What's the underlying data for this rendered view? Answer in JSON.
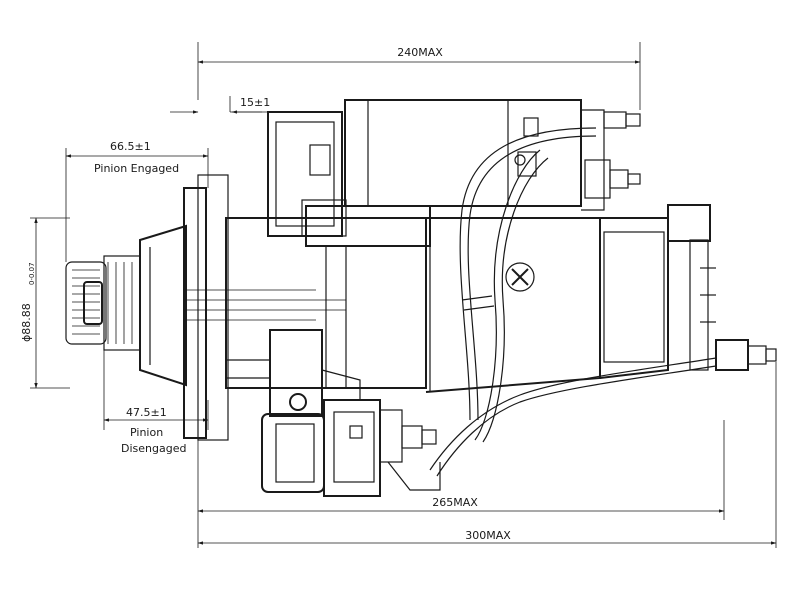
{
  "dimensions": {
    "overall_240": "240MAX",
    "offset_15": "15±1",
    "pinion_engaged_value": "66.5±1",
    "pinion_engaged_label": "Pinion Engaged",
    "pinion_disengaged_value": "47.5±1",
    "pinion_disengaged_label_1": "Pinion",
    "pinion_disengaged_label_2": "Disengaged",
    "diameter": "ϕ88.88",
    "diameter_tol": "0-0.07",
    "overall_265": "265MAX",
    "overall_300": "300MAX"
  }
}
